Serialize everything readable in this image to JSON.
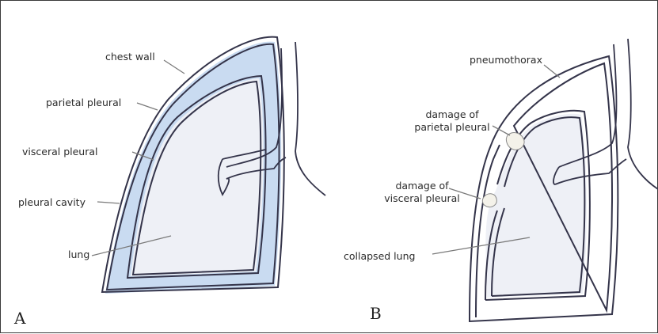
{
  "colors": {
    "pleural_cavity_fill": "#c9dbf1",
    "lung_fill": "#eef0f6",
    "outline": "#34344a",
    "leader": "#7a7a7a"
  },
  "panel_a": {
    "letter": "A",
    "labels": {
      "chest_wall": "chest wall",
      "parietal_pleural": "parietal pleural",
      "visceral_pleural": "visceral pleural",
      "pleural_cavity": "pleural cavity",
      "lung": "lung"
    }
  },
  "panel_b": {
    "letter": "B",
    "labels": {
      "pneumothorax": "pneumothorax",
      "damage_parietal_line1": "damage of",
      "damage_parietal_line2": "parietal pleural",
      "damage_visceral_line1": "damage of",
      "damage_visceral_line2": "visceral pleural",
      "collapsed_lung": "collapsed lung"
    }
  }
}
